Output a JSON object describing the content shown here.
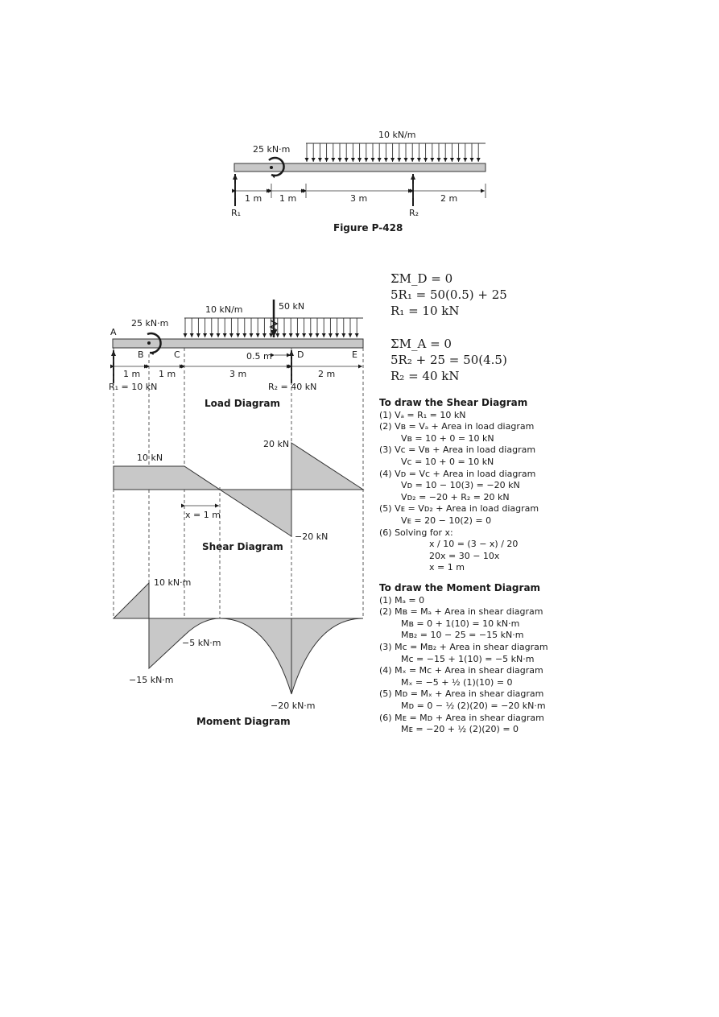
{
  "figure": {
    "caption": "Figure P-428",
    "moment_label": "25 kN·m",
    "load_label": "10 kN/m",
    "r1": "R₁",
    "r2": "R₂",
    "dims": [
      "1 m",
      "1 m",
      "3 m",
      "2 m"
    ]
  },
  "load_diagram": {
    "title": "Load Diagram",
    "moment_label": "25 kN·m",
    "dist_load_label": "10 kN/m",
    "point_load_label": "50 kN",
    "points": [
      "A",
      "B",
      "C",
      "D",
      "E"
    ],
    "offset_label": "0.5 m",
    "dims": [
      "1 m",
      "1 m",
      "3 m",
      "2 m"
    ],
    "r1": "R₁ = 10 kN",
    "r2": "R₂ = 40 kN"
  },
  "shear_diagram": {
    "title": "Shear Diagram",
    "labels": {
      "v_ab": "10 kN",
      "v_d_right": "20 kN",
      "v_d_left": "−20 kN",
      "x": "x = 1 m"
    }
  },
  "moment_diagram": {
    "title": "Moment Diagram",
    "labels": {
      "mb_pos": "10 kN·m",
      "mb_neg": "−15 kN·m",
      "mc": "−5 kN·m",
      "md": "−20 kN·m"
    }
  },
  "equations": {
    "set1": [
      "ΣM_D = 0",
      "5R₁ = 50(0.5) + 25",
      "R₁ = 10 kN"
    ],
    "set2": [
      "ΣM_A = 0",
      "5R₂ + 25 = 50(4.5)",
      "R₂ = 40 kN"
    ]
  },
  "shear_steps": {
    "heading": "To draw the Shear Diagram",
    "lines": [
      "(1) Vₐ = R₁ = 10 kN",
      "(2) Vʙ = Vₐ + Area in load diagram",
      "Vʙ = 10 + 0 = 10 kN",
      "(3) Vᴄ = Vʙ + Area in load diagram",
      "Vᴄ = 10 + 0 = 10 kN",
      "(4) Vᴅ = Vᴄ + Area in load diagram",
      "Vᴅ = 10 − 10(3) = −20 kN",
      "Vᴅ₂ = −20 + R₂ = 20 kN",
      "(5) Vᴇ = Vᴅ₂ + Area in load diagram",
      "Vᴇ = 20 − 10(2) = 0",
      "(6) Solving for x:",
      "x / 10 = (3 − x) / 20",
      "20x = 30 − 10x",
      "x = 1 m"
    ]
  },
  "moment_steps": {
    "heading": "To draw the Moment Diagram",
    "lines": [
      "(1) Mₐ = 0",
      "(2) Mʙ = Mₐ + Area in shear diagram",
      "Mʙ = 0 + 1(10) = 10 kN·m",
      "Mʙ₂ = 10 − 25 = −15 kN·m",
      "(3) Mᴄ = Mʙ₂ + Area in shear diagram",
      "Mᴄ = −15 + 1(10) = −5 kN·m",
      "(4) Mₓ = Mᴄ + Area in shear diagram",
      "Mₓ = −5 + ½ (1)(10) = 0",
      "(5) Mᴅ = Mₓ + Area in shear diagram",
      "Mᴅ = 0 − ½ (2)(20) = −20 kN·m",
      "(6) Mᴇ = Mᴅ + Area in shear diagram",
      "Mᴇ = −20 + ½ (2)(20) = 0"
    ]
  }
}
